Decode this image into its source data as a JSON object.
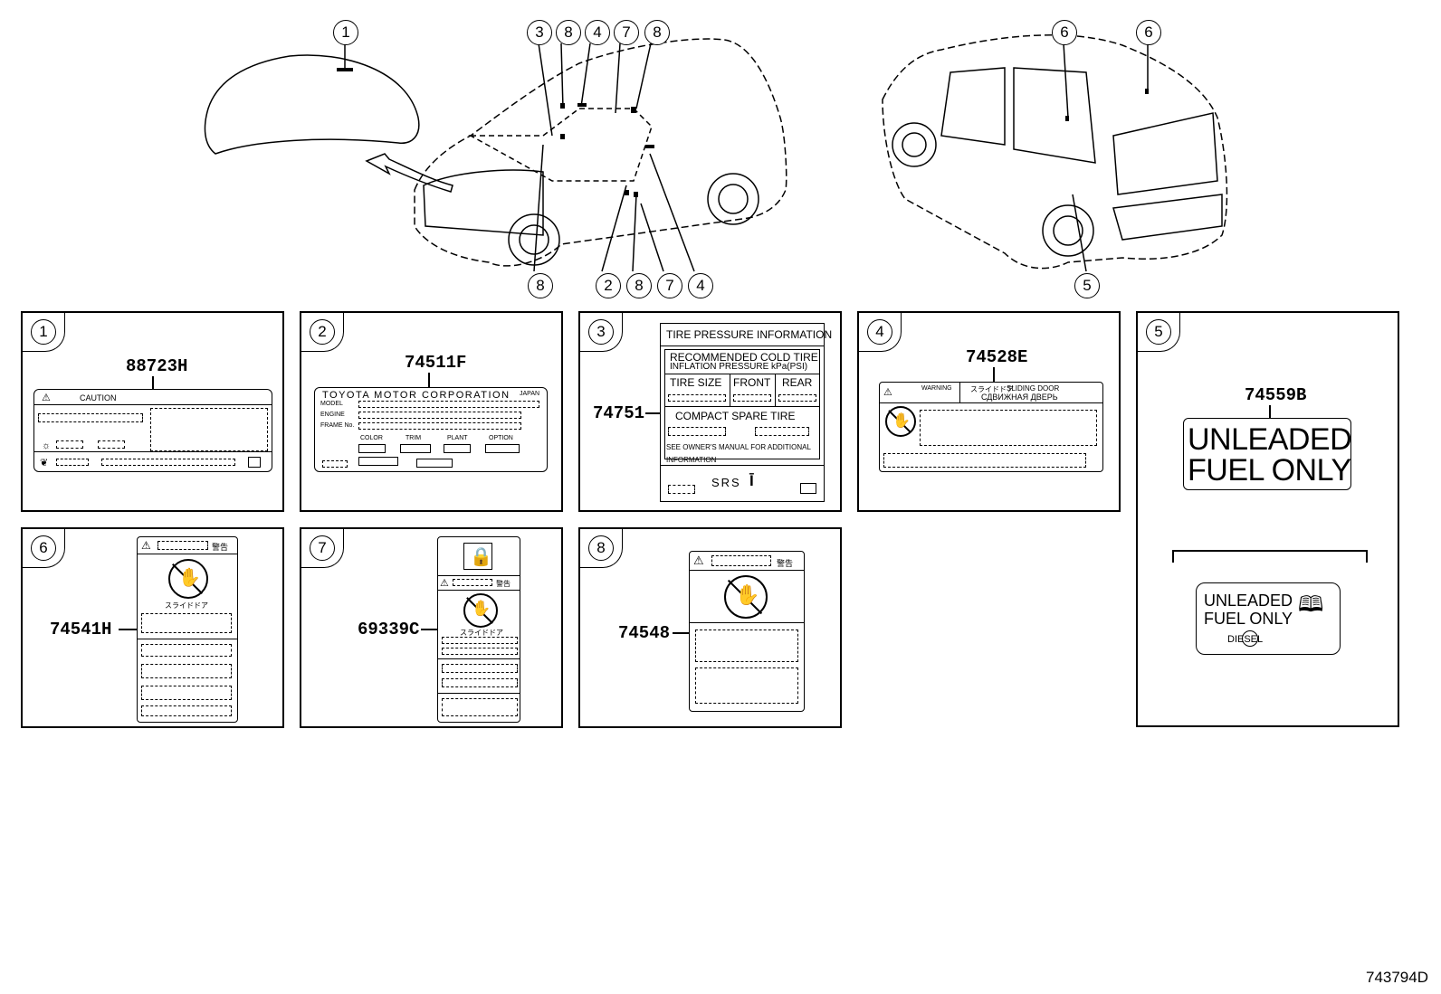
{
  "callouts": {
    "top_left": [
      "1",
      "3",
      "8",
      "4",
      "7",
      "8"
    ],
    "bottom_left": [
      "8",
      "2",
      "8",
      "7",
      "4"
    ],
    "right_car": [
      "6",
      "6",
      "5"
    ]
  },
  "panels": [
    {
      "id": "1",
      "part": "88723H",
      "texts": {
        "caution": "CAUTION"
      }
    },
    {
      "id": "2",
      "part": "74511F",
      "texts": {
        "maker": "TOYOTA MOTOR CORPORATION",
        "japan": "JAPAN",
        "model": "MODEL",
        "engine": "ENGINE",
        "frame": "FRAME No.",
        "color": "COLOR",
        "trim": "TRIM",
        "plant": "PLANT",
        "option": "OPTION"
      }
    },
    {
      "id": "3",
      "part": "74751",
      "texts": {
        "title": "TIRE PRESSURE INFORMATION",
        "recommended": "RECOMMENDED COLD TIRE",
        "inflation": "INFLATION  PRESSURE  kPa(PSI)",
        "size": "TIRE SIZE",
        "front": "FRONT",
        "rear": "REAR",
        "spare": "COMPACT SPARE TIRE",
        "see1": "SEE OWNER'S MANUAL FOR ADDITIONAL",
        "see2": "INFORMATION",
        "srs": "SRS"
      }
    },
    {
      "id": "4",
      "part": "74528E",
      "texts": {
        "warning": "WARNING",
        "sliding": "SLIDING DOOR",
        "russian": "СДВИЖНАЯ ДВЕРЬ",
        "jp": "スライドドア"
      }
    },
    {
      "id": "5",
      "part": "74559B",
      "texts": {
        "big1": "UNLEADED",
        "big2": "FUEL ONLY",
        "small1": "UNLEADED",
        "small2": "FUEL ONLY",
        "diesel": "DIESEL"
      }
    },
    {
      "id": "6",
      "part": "74541H",
      "texts": {
        "keikoku": "警告",
        "jp": "スライドドア"
      }
    },
    {
      "id": "7",
      "part": "69339C",
      "texts": {
        "keikoku": "警告",
        "jp": "スライドドア"
      }
    },
    {
      "id": "8",
      "part": "74548",
      "texts": {
        "keikoku": "警告"
      }
    }
  ],
  "diagram_ref": "743794D"
}
